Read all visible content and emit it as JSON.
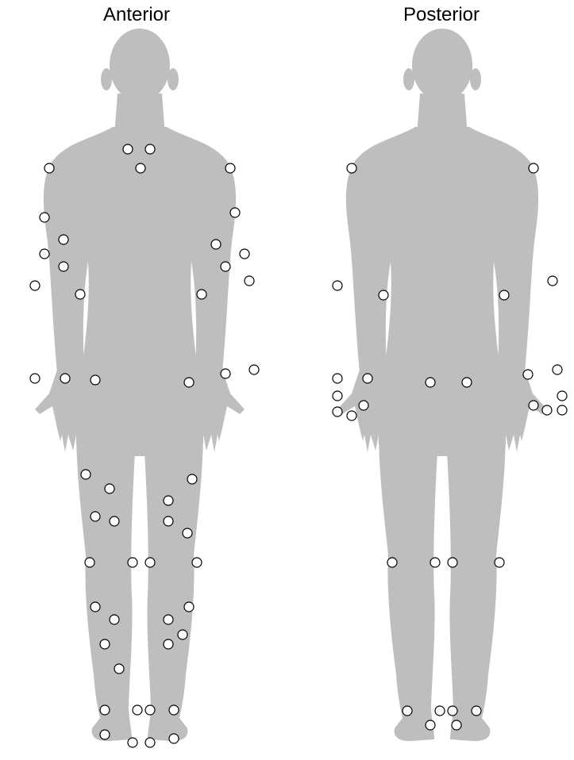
{
  "views": {
    "anterior": {
      "label": "Anterior"
    },
    "posterior": {
      "label": "Posterior"
    }
  },
  "colors": {
    "body_fill": "#bebebe",
    "marker_fill": "#ffffff",
    "marker_stroke": "#000000",
    "background": "#ffffff"
  },
  "markers": {
    "anterior": [
      "left-sternoclavicular",
      "right-sternoclavicular",
      "manubriosternal",
      "right-acromioclavicular",
      "left-acromioclavicular",
      "right-shoulder",
      "left-shoulder",
      "right-elbow-1",
      "right-elbow-2",
      "right-elbow-3",
      "right-elbow-4",
      "right-elbow-5",
      "left-elbow-1",
      "left-elbow-2",
      "left-elbow-3",
      "left-elbow-4",
      "left-elbow-5",
      "right-wrist-1",
      "right-wrist-2",
      "left-wrist-1",
      "left-wrist-2",
      "right-hip",
      "left-hip",
      "right-thigh-1",
      "right-thigh-2",
      "right-thigh-3",
      "right-thigh-4",
      "left-thigh-1",
      "left-thigh-2",
      "left-thigh-3",
      "left-thigh-4",
      "right-knee-lateral",
      "right-knee-medial",
      "left-knee-medial",
      "left-knee-lateral",
      "right-leg-1",
      "right-leg-2",
      "right-leg-3",
      "right-leg-4",
      "left-leg-1",
      "left-leg-2",
      "left-leg-3",
      "left-leg-4",
      "right-ankle-lateral",
      "right-ankle-medial",
      "left-ankle-medial",
      "left-ankle-lateral",
      "right-foot-1",
      "right-foot-2",
      "left-foot-1",
      "left-foot-2"
    ],
    "posterior": [
      "left-shoulder-post",
      "right-shoulder-post",
      "left-elbow-post-1",
      "left-elbow-post-2",
      "right-elbow-post-1",
      "right-elbow-post-2",
      "left-wrist-post-1",
      "left-wrist-post-2",
      "left-hand-post-1",
      "left-hand-post-2",
      "left-hand-post-3",
      "left-hand-post-4",
      "right-wrist-post-1",
      "right-wrist-post-2",
      "right-hand-post-1",
      "right-hand-post-2",
      "right-hand-post-3",
      "right-hand-post-4",
      "left-sacroiliac",
      "right-sacroiliac",
      "left-knee-post-1",
      "left-knee-post-2",
      "right-knee-post-1",
      "right-knee-post-2",
      "left-ankle-post-1",
      "left-ankle-post-2",
      "left-heel-post",
      "right-ankle-post-1",
      "right-ankle-post-2",
      "right-heel-post"
    ]
  }
}
